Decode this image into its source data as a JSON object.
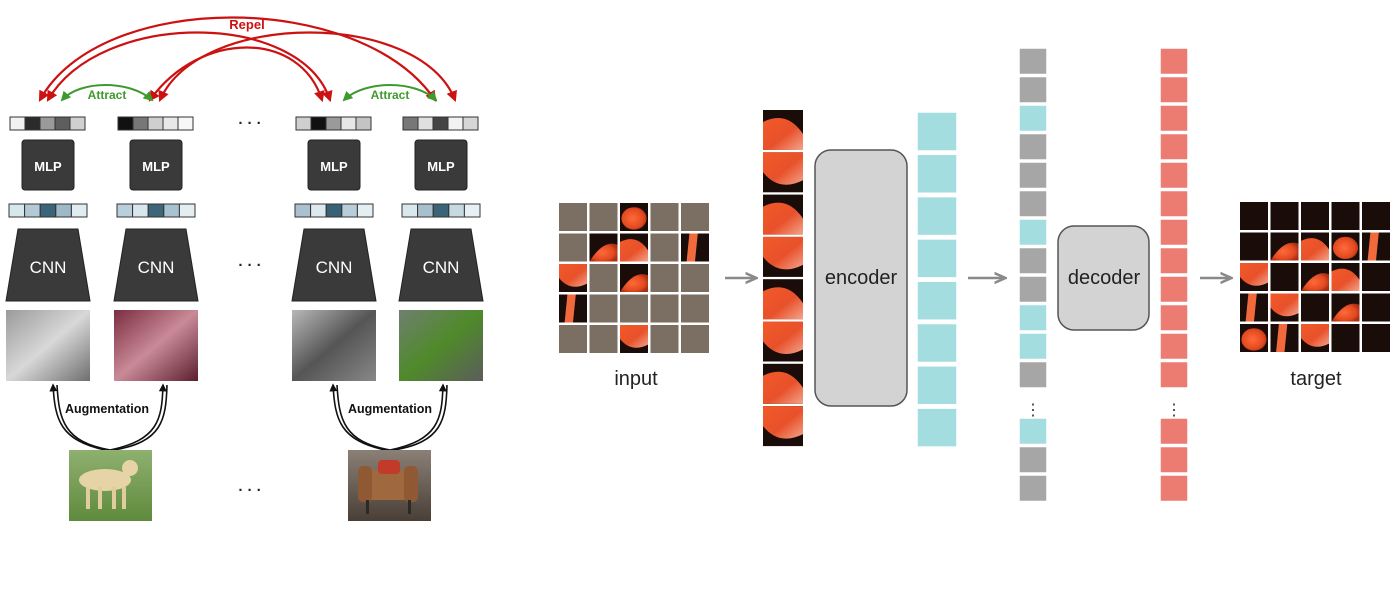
{
  "colors": {
    "repel": "#cc1111",
    "attract": "#3f9a2e",
    "block_dark": "#3a3a3a",
    "patch_masked": "#7b6e62",
    "token_cyan": "#a4dde0",
    "token_gray": "#a6a6a6",
    "token_red": "#ec7b72",
    "box_gray": "#d3d3d3",
    "arrow_gray": "#8a8a8a"
  },
  "left": {
    "repel_label": "Repel",
    "attract_labels": [
      "Attract",
      "Attract"
    ],
    "mlp_label": "MLP",
    "cnn_label": "CNN",
    "augmentation_labels": [
      "Augmentation",
      "Augmentation"
    ],
    "ellipsis": "· · ·",
    "images": [
      "dog-gray",
      "dog-red",
      "chair-gray",
      "chair-green",
      "dog-original",
      "chair-original"
    ]
  },
  "right": {
    "input_label": "input",
    "encoder_label": "encoder",
    "decoder_label": "decoder",
    "target_label": "target",
    "vdots": "⋮",
    "input_mask_grid": [
      [
        1,
        1,
        0,
        1,
        1
      ],
      [
        1,
        0,
        0,
        1,
        0
      ],
      [
        0,
        1,
        0,
        1,
        1
      ],
      [
        0,
        1,
        1,
        1,
        1
      ],
      [
        1,
        1,
        0,
        1,
        1
      ]
    ],
    "gray_column_pattern": [
      "g",
      "g",
      "c",
      "g",
      "g",
      "g",
      "c",
      "g",
      "g",
      "c",
      "c",
      "g",
      "gap",
      "c",
      "g",
      "g"
    ]
  }
}
